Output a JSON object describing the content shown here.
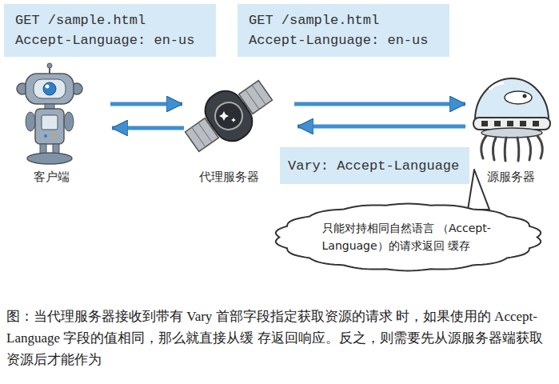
{
  "diagram": {
    "caption": "图：当代理服务器接收到带有 Vary 首部字段指定获取资源的请求 时，如果使用的 Accept-Language 字段的值相同，那么就直接从缓 存返回响应。反之，则需要先从源服务器端获取资源后才能作为",
    "nodes": [
      {
        "text": [
          "GET /sample.html Accept-Language: en-us"
        ]
      },
      {
        "text": [
          "GET /sample.html Accept-Language: en-us"
        ]
      },
      {
        "text": [
          "客户端"
        ]
      },
      {
        "text": [
          "代理服务器"
        ]
      },
      {
        "text": [
          "源服务器"
        ]
      },
      {
        "text": [
          "Vary: Accept-Language"
        ]
      },
      {
        "text": [
          "只能对持相同自然语言 （Accept-Language）的请求返回 缓存"
        ]
      }
    ],
    "edges": [
      {
        "from": 2,
        "to": 3,
        "arrow": "to"
      },
      {
        "from": 3,
        "to": 2,
        "arrow": "to"
      },
      {
        "from": 3,
        "to": 4,
        "arrow": "to"
      },
      {
        "from": 4,
        "to": 3,
        "arrow": "to"
      }
    ]
  }
}
